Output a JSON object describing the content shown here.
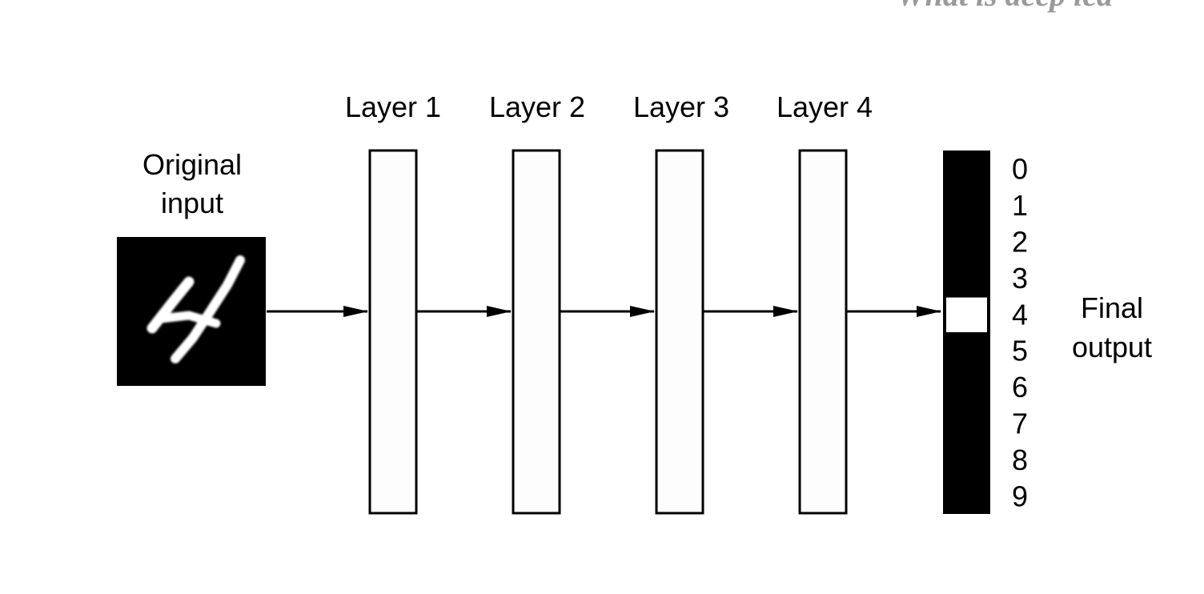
{
  "header_fragment": "What is deep lea",
  "input": {
    "label_line1": "Original",
    "label_line2": "input",
    "digit_glyph": "4"
  },
  "layers": [
    {
      "label": "Layer 1"
    },
    {
      "label": "Layer 2"
    },
    {
      "label": "Layer 3"
    },
    {
      "label": "Layer 4"
    }
  ],
  "output": {
    "digits": [
      "0",
      "1",
      "2",
      "3",
      "4",
      "5",
      "6",
      "7",
      "8",
      "9"
    ],
    "active_index": 4,
    "label_line1": "Final",
    "label_line2": "output"
  },
  "colors": {
    "stroke": "#000000",
    "layer_fill": "#fdfdfd",
    "output_fill": "#000000",
    "active_cell": "#ffffff"
  }
}
